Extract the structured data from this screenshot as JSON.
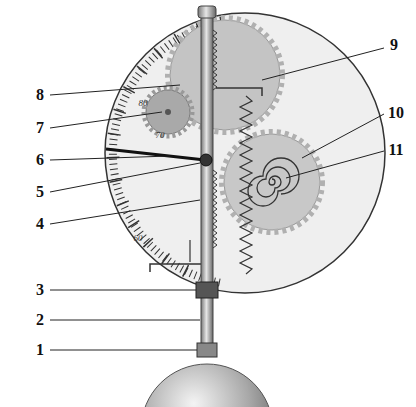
{
  "diagram": {
    "labels": [
      "8",
      "9",
      "7",
      "10",
      "6",
      "11",
      "5",
      "4",
      "3",
      "2",
      "1",
      "80",
      "70",
      "60"
    ]
  }
}
